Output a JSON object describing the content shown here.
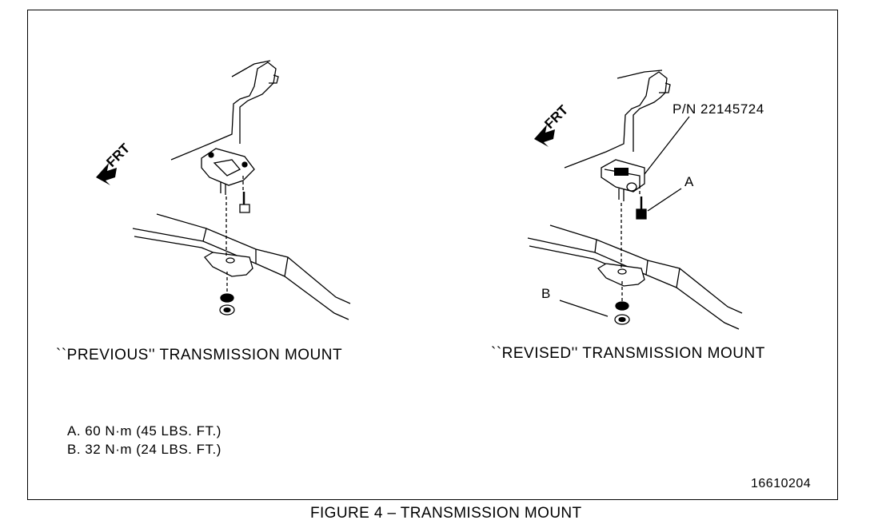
{
  "figure": {
    "title": "FIGURE 4 – TRANSMISSION MOUNT",
    "number": "16610204"
  },
  "left_view": {
    "caption": "``PREVIOUS'' TRANSMISSION MOUNT",
    "direction_label": "FRT"
  },
  "right_view": {
    "caption": "``REVISED'' TRANSMISSION MOUNT",
    "direction_label": "FRT",
    "part_number": "P/N 22145724",
    "callout_a": "A",
    "callout_b": "B"
  },
  "legend": {
    "a": "A.  60 N·m (45 LBS. FT.)",
    "b": "B.  32 N·m (24 LBS. FT.)"
  }
}
